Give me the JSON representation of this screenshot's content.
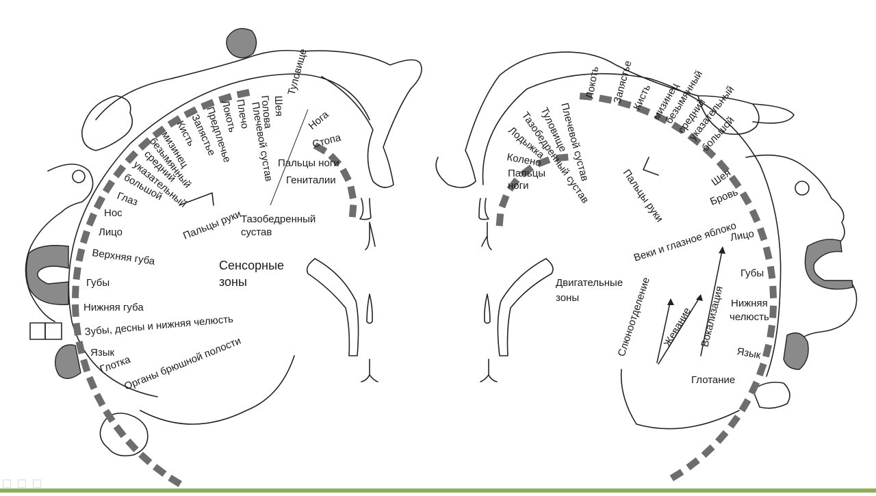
{
  "sensory": {
    "title_line1": "Сенсорные",
    "title_line2": "зоны",
    "labels": [
      "Глотка",
      "Язык",
      "Зубы, десны и нижняя челюсть",
      "Нижняя губа",
      "Губы",
      "Верхняя губа",
      "Лицо",
      "Нос",
      "Глаз",
      "большой",
      "указательный",
      "средний",
      "безымянный",
      "мизинец",
      "Кисть",
      "Запястье",
      "Предплечье",
      "Локоть",
      "Плечо",
      "Голова",
      "Шея",
      "Туловище",
      "Нога",
      "Стопа",
      "Пальцы ноги",
      "Гениталии",
      "Органы брюшной полости"
    ],
    "fingers_group": "Пальцы руки",
    "shoulder_joint": "Плечевой сустав",
    "hip_joint_line1": "Тазобедренный",
    "hip_joint_line2": "сустав"
  },
  "motor": {
    "title_line1": "Двигательные",
    "title_line2": "зоны",
    "labels": [
      "Пальцы",
      "ноги",
      "Колено",
      "Лодыжка",
      "Тазобедренный сустав",
      "Туловище",
      "Плечевой сустав",
      "Локоть",
      "Запястье",
      "Кисть",
      "мизинец",
      "безымянный",
      "средний",
      "указательный",
      "большой",
      "Шея",
      "Бровь",
      "Веки и глазное яблоко",
      "Лицо",
      "Губы",
      "Нижняя",
      "челюсть",
      "Язык",
      "Глотание"
    ],
    "fingers_group": "Пальцы руки",
    "arrows": [
      "Слюноотделение",
      "Жевание",
      "Вокализация"
    ]
  },
  "colors": {
    "segment": "#6d6d6d",
    "shade": "#8a8a8a",
    "line": "#222222",
    "bottom_bar": "#8dae5a"
  }
}
